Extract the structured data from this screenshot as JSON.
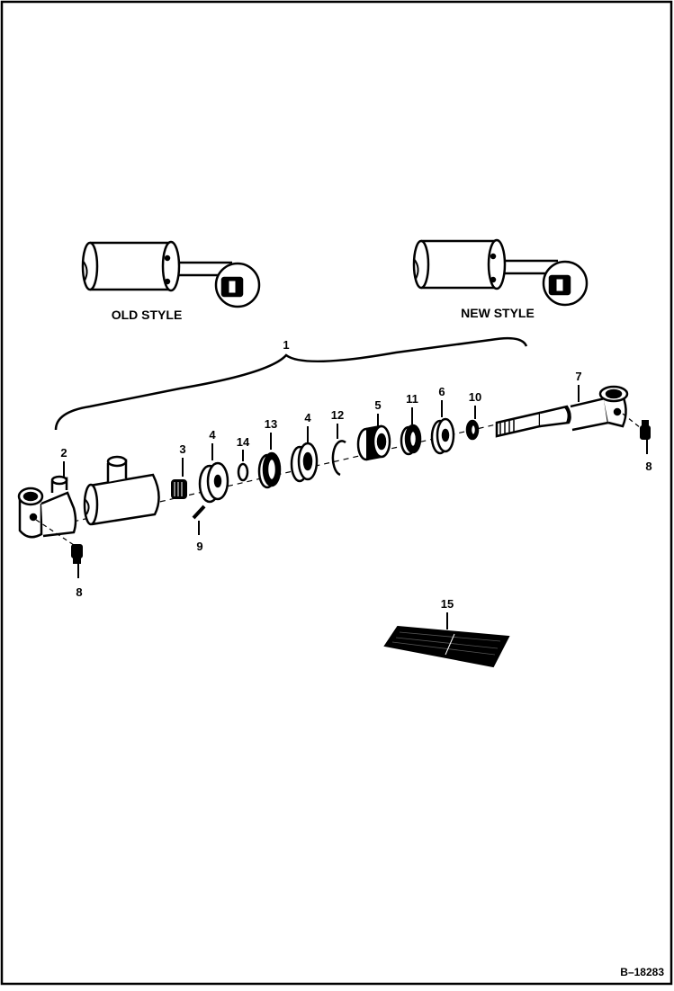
{
  "labels": {
    "old_style": "OLD STYLE",
    "new_style": "NEW STYLE"
  },
  "callouts": {
    "assembly": "1",
    "barrel_end": "2",
    "part_3": "3",
    "part_4a": "4",
    "part_14": "14",
    "part_13": "13",
    "part_4b": "4",
    "part_12": "12",
    "part_5": "5",
    "part_11": "11",
    "part_6": "6",
    "part_10": "10",
    "rod": "7",
    "fitting_right": "8",
    "fitting_left": "8",
    "part_9": "9",
    "kit_15": "15"
  },
  "figure_ref": "B–18283"
}
